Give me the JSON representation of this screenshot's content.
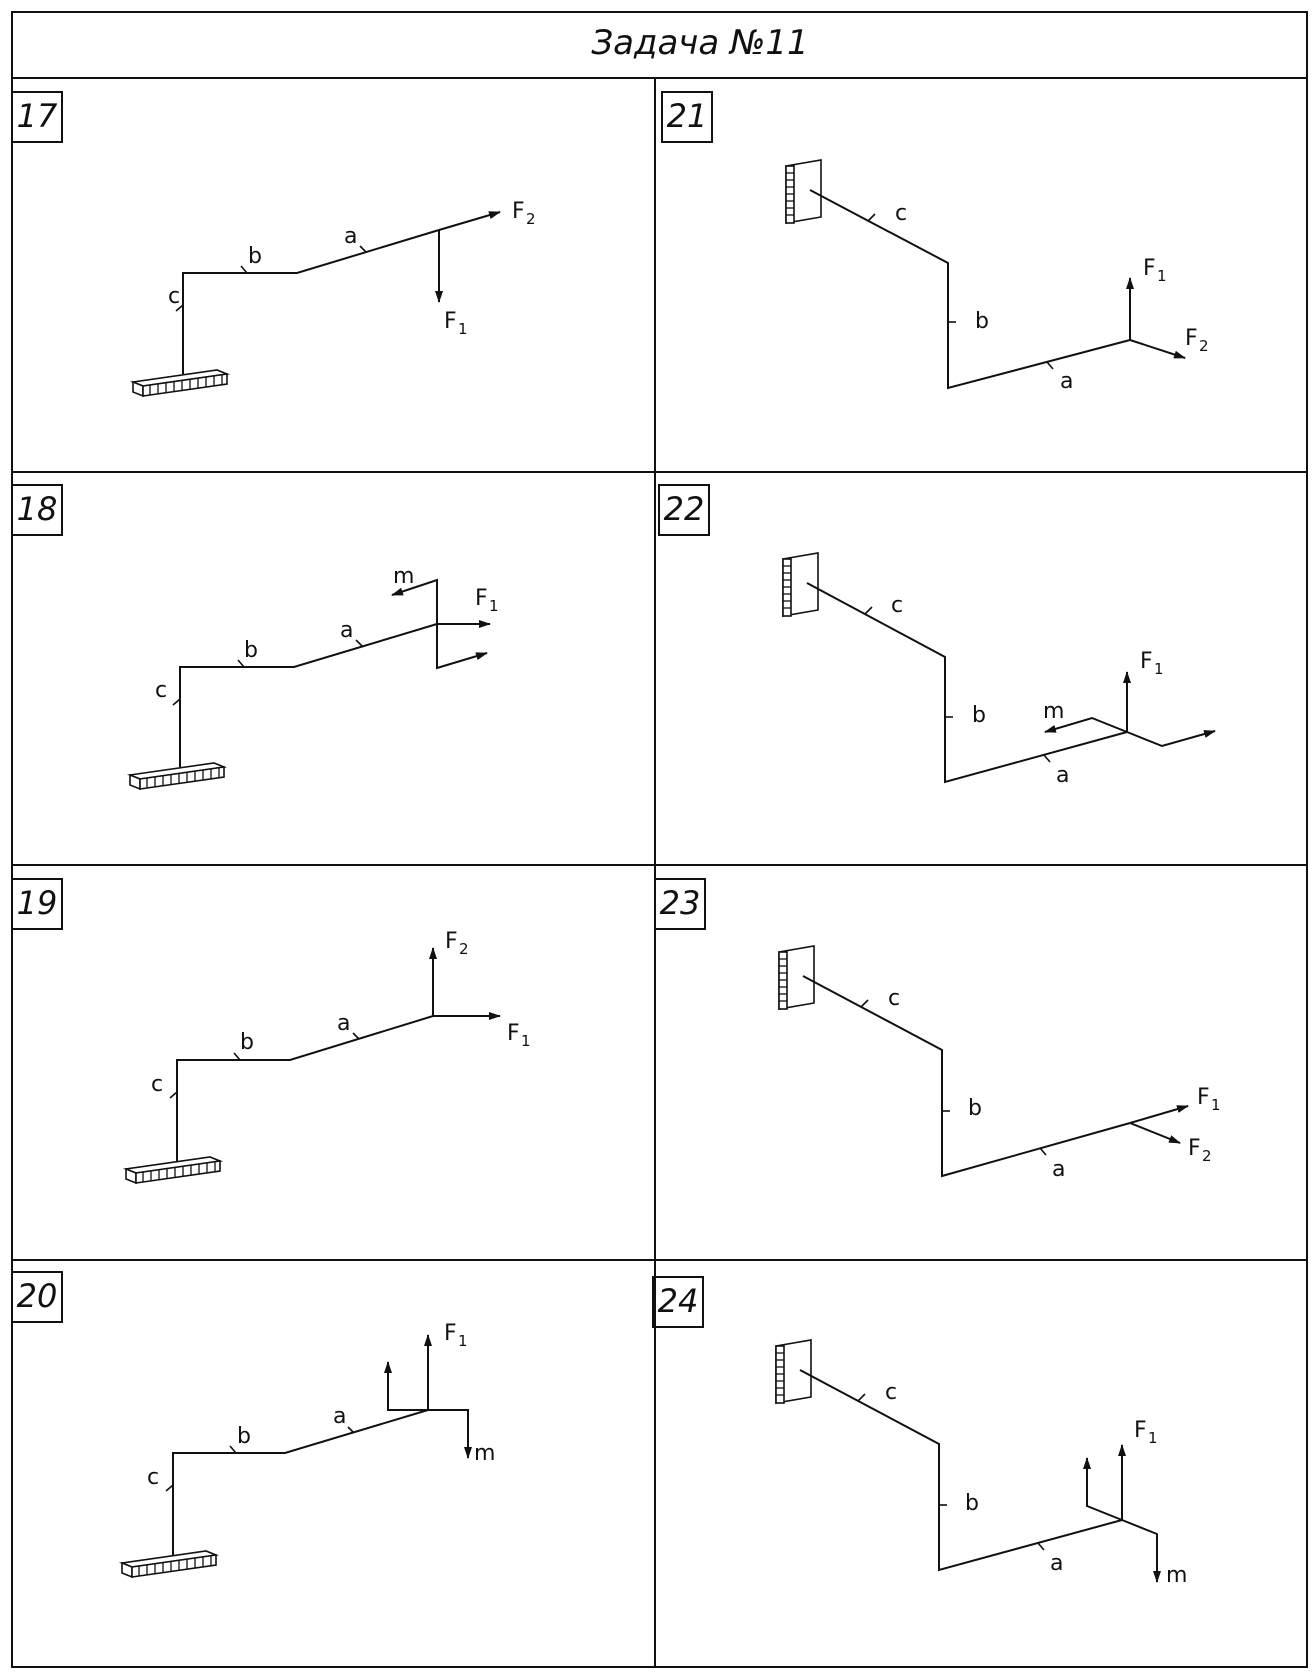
{
  "title": "Задача №11",
  "labels": {
    "a": "a",
    "b": "b",
    "c": "c",
    "F": "F",
    "one": "1",
    "two": "2",
    "m": "m"
  },
  "panels": [
    {
      "id": "17",
      "support": "floor",
      "loads": [
        "F2 along a",
        "F1 down"
      ]
    },
    {
      "id": "18",
      "support": "floor",
      "loads": [
        "F1 along",
        "m couple"
      ]
    },
    {
      "id": "19",
      "support": "floor",
      "loads": [
        "F2 up",
        "F1 along"
      ]
    },
    {
      "id": "20",
      "support": "floor",
      "loads": [
        "F1 up",
        "m couple"
      ]
    },
    {
      "id": "21",
      "support": "wall",
      "loads": [
        "F1 up",
        "F2 along"
      ]
    },
    {
      "id": "22",
      "support": "wall",
      "loads": [
        "F1 up",
        "m couple"
      ]
    },
    {
      "id": "23",
      "support": "wall",
      "loads": [
        "F1 along a",
        "F2 along"
      ]
    },
    {
      "id": "24",
      "support": "wall",
      "loads": [
        "F1 up",
        "m couple"
      ]
    }
  ]
}
